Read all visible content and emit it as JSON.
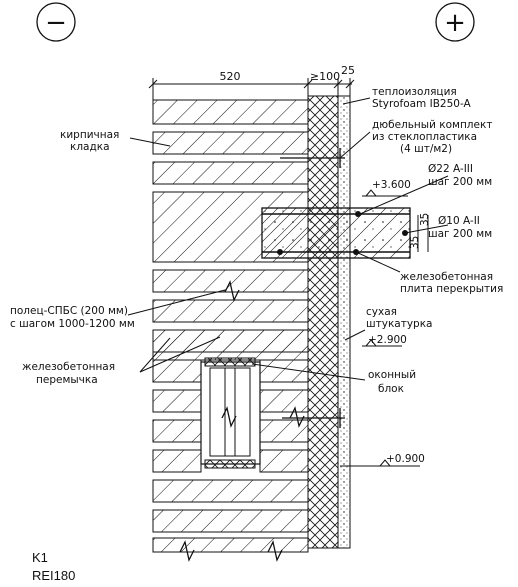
{
  "symbols": {
    "minus": "−",
    "plus": "+"
  },
  "dimensions": {
    "brick": "520",
    "gap": "≥100",
    "plaster": "25"
  },
  "labels": {
    "insulation_1": "теплоизоляция",
    "insulation_2": "Styrofoam IB250-A",
    "anchor_1": "дюбельный комплект",
    "anchor_2": "из стеклопластика",
    "anchor_3": "(4 шт/м2)",
    "brick_1": "кирпичная",
    "brick_2": "кладка",
    "rebar1_1": "Ø22 A-III",
    "rebar1_2": "шаг 200 мм",
    "rebar2_1": "Ø10 A-II",
    "rebar2_2": "шаг 200 мм",
    "slab_1": "железобетонная",
    "slab_2": "плита перекрытия",
    "shelf_1": "полец-СПБС (200 мм)",
    "shelf_2": "с шагом 1000-1200 мм",
    "plaster_1": "сухая",
    "plaster_2": "штукатурка",
    "lintel_1": "железобетонная",
    "lintel_2": "перемычка",
    "window_1": "оконный",
    "window_2": "блок"
  },
  "levels": {
    "l1": "+3.600",
    "l2": "+2.900",
    "l3": "+0.900"
  },
  "slab_dims": {
    "a": "35",
    "b": "35"
  },
  "footer": {
    "code": "K1",
    "rating": "REI180"
  }
}
